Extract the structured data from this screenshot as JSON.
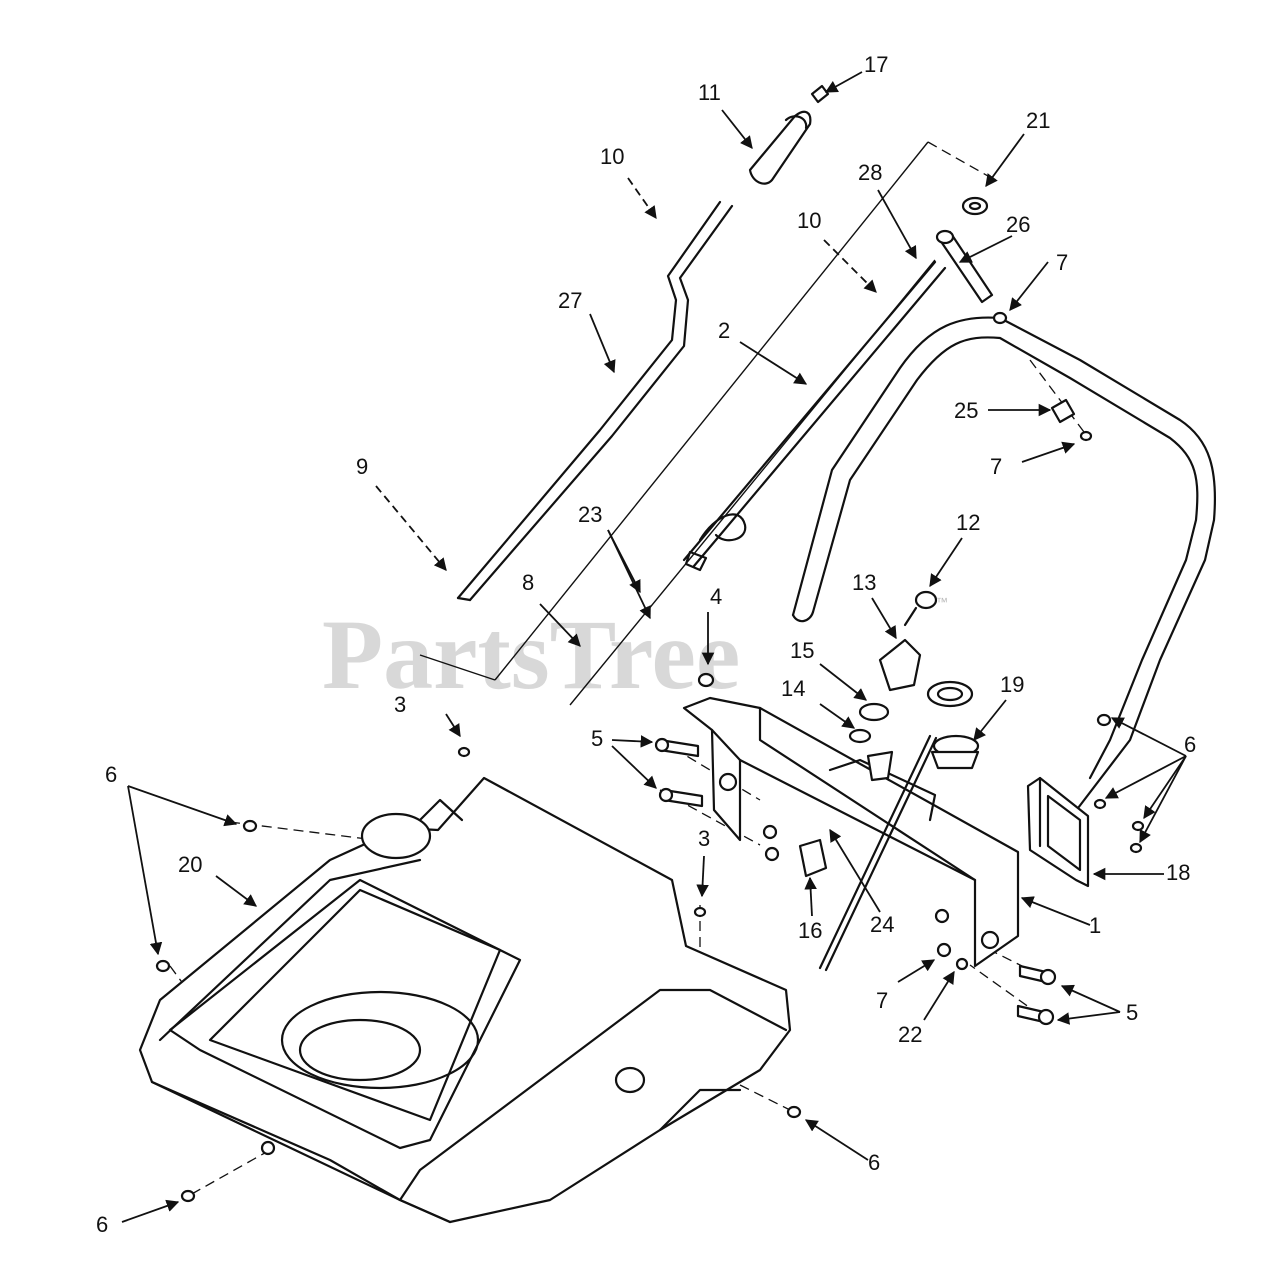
{
  "watermark": {
    "text": "PartsTree",
    "mark": "™"
  },
  "callouts": {
    "c1": "1",
    "c2": "2",
    "c3a": "3",
    "c3b": "3",
    "c4": "4",
    "c5a": "5",
    "c5b": "5",
    "c6a": "6",
    "c6b": "6",
    "c6c": "6",
    "c6d": "6",
    "c7a": "7",
    "c7b": "7",
    "c7c": "7",
    "c8": "8",
    "c9": "9",
    "c10a": "10",
    "c10b": "10",
    "c11": "11",
    "c12": "12",
    "c13": "13",
    "c14": "14",
    "c15": "15",
    "c16": "16",
    "c17": "17",
    "c18": "18",
    "c19": "19",
    "c20": "20",
    "c21": "21",
    "c22": "22",
    "c23": "23",
    "c24": "24",
    "c25": "25",
    "c26": "26",
    "c27": "27",
    "c28": "28"
  }
}
